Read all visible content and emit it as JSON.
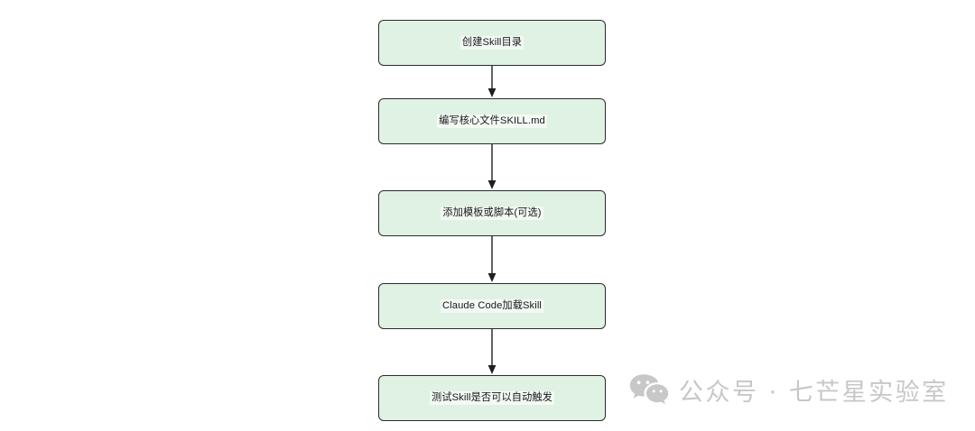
{
  "diagram": {
    "type": "flowchart",
    "direction": "top-to-bottom",
    "background_color": "#ffffff",
    "node_fill_color": "#dff2e3",
    "node_border_color": "#2c2c2c",
    "node_text_color": "#17181a",
    "connector_color": "#1f1f1f",
    "nodes": [
      {
        "id": "n1",
        "label": "创建Skill目录"
      },
      {
        "id": "n2",
        "label": "编写核心文件SKILL.md"
      },
      {
        "id": "n3",
        "label": "添加模板或脚本(可选)"
      },
      {
        "id": "n4",
        "label": "Claude Code加载Skill"
      },
      {
        "id": "n5",
        "label": "测试Skill是否可以自动触发"
      }
    ],
    "edges": [
      {
        "id": "e1",
        "from": "n1",
        "to": "n2",
        "label": "",
        "arrow": "down"
      },
      {
        "id": "e2",
        "from": "n2",
        "to": "n3",
        "label": "",
        "arrow": "down"
      },
      {
        "id": "e3",
        "from": "n3",
        "to": "n4",
        "label": "",
        "arrow": "down"
      },
      {
        "id": "e4",
        "from": "n4",
        "to": "n5",
        "label": "",
        "arrow": "down"
      }
    ]
  },
  "watermark": {
    "icon": "wechat-logo-icon",
    "text": "公众号 · 七芒星实验室",
    "color": "#c7c7c7"
  }
}
